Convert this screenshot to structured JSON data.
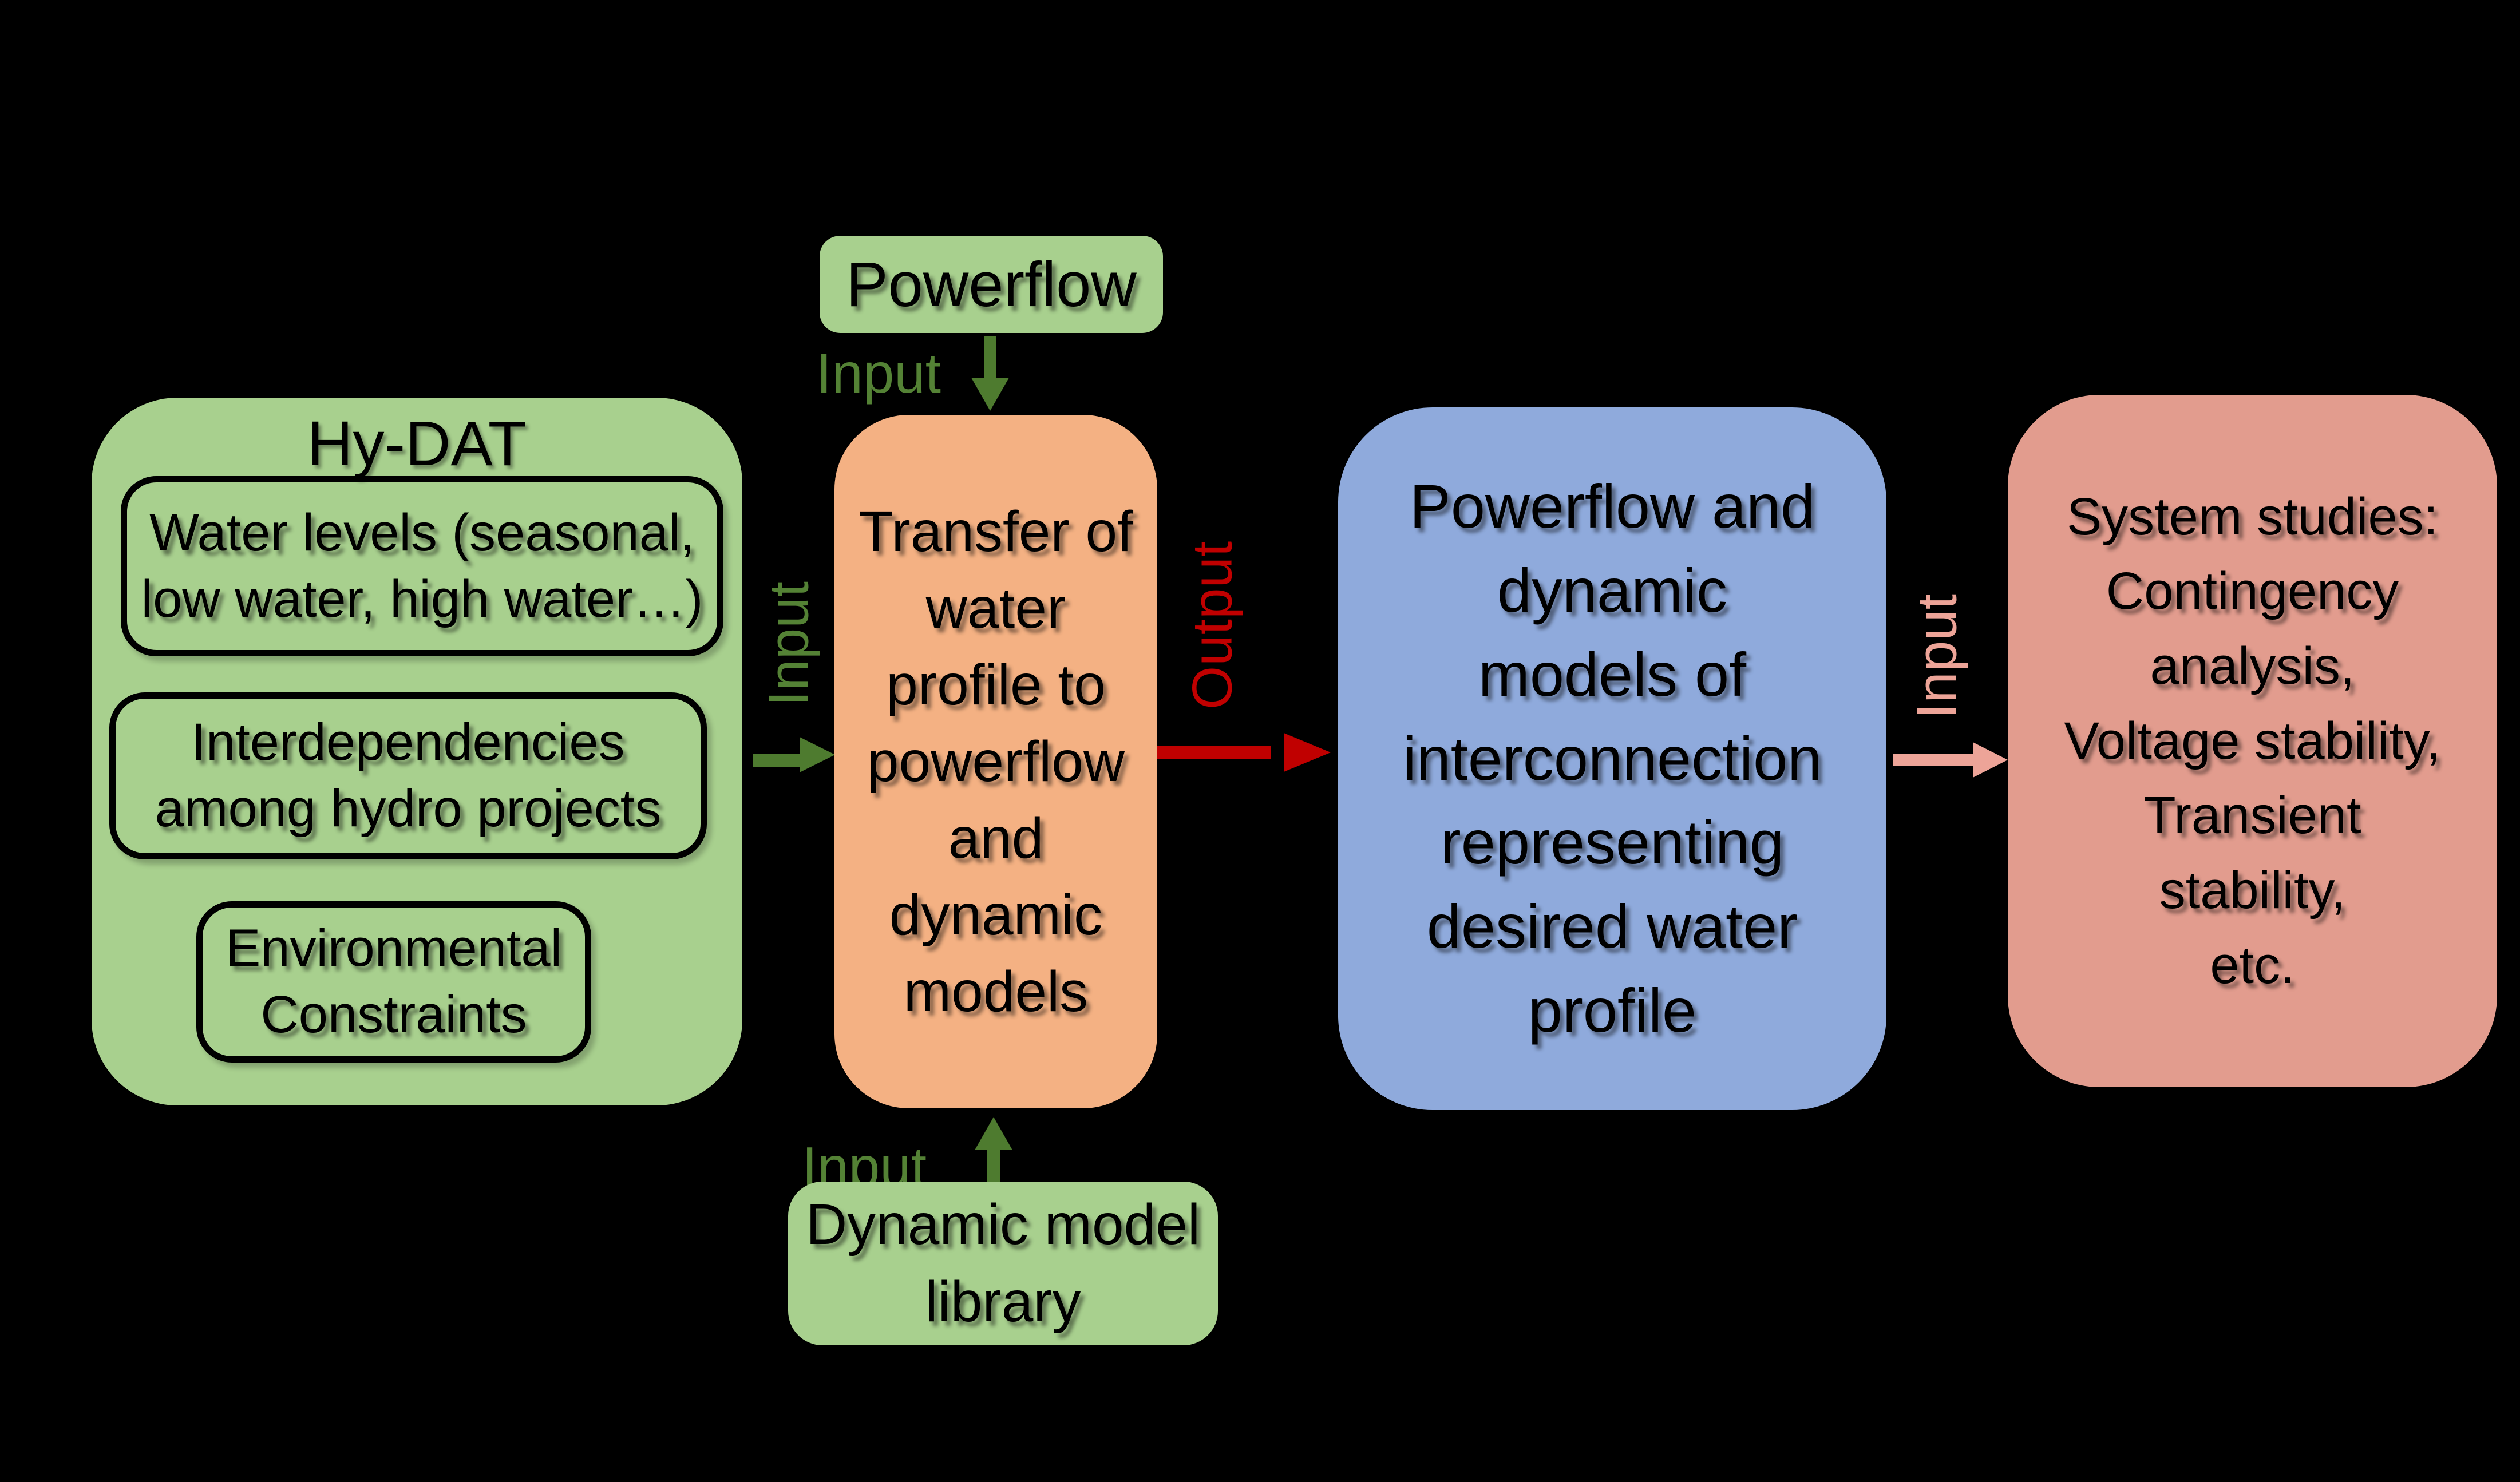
{
  "colors": {
    "background": "#000000",
    "green_fill": "#A8D08E",
    "green_dark": "#4E7B2F",
    "green_text": "#548235",
    "orange_fill": "#F4B183",
    "blue_fill": "#8FAADC",
    "pink_fill": "#E29C8E",
    "pink_accent": "#EDA498",
    "red": "#C00000",
    "text": "#000000"
  },
  "nodes": {
    "powerflow": {
      "label": "Powerflow"
    },
    "hydat": {
      "title": "Hy-DAT",
      "items": [
        {
          "label": "Water levels (seasonal,\nlow water, high water…)"
        },
        {
          "label": "Interdependencies\namong hydro projects"
        },
        {
          "label": "Environmental\nConstraints"
        }
      ]
    },
    "transfer": {
      "label": "Transfer of\nwater\nprofile to\npowerflow\nand\ndynamic\nmodels"
    },
    "interconnection": {
      "label": "Powerflow and\ndynamic\nmodels of\ninterconnection\nrepresenting\ndesired water\nprofile"
    },
    "system_studies": {
      "label": "System studies:\nContingency\nanalysis,\nVoltage stability,\nTransient\nstability,\netc."
    },
    "library": {
      "label": "Dynamic model\nlibrary"
    }
  },
  "labels": {
    "input_top": "Input",
    "input_left": "Input",
    "input_bottom": "Input",
    "input_right": "Input",
    "output": "Output"
  }
}
